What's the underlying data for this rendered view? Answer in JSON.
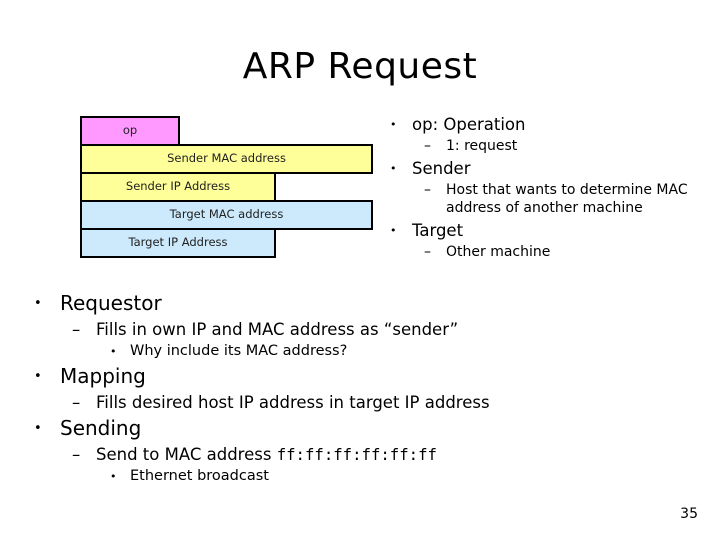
{
  "slide": {
    "title": "ARP Request",
    "page_number": "35"
  },
  "packet_diagram": {
    "fields": [
      {
        "label": "op",
        "color": "#ff99ff",
        "width": "short"
      },
      {
        "label": "Sender MAC address",
        "color": "#ffff99",
        "width": "full"
      },
      {
        "label": "Sender IP Address",
        "color": "#ffff99",
        "width": "medium"
      },
      {
        "label": "Target MAC address",
        "color": "#cceafc",
        "width": "full"
      },
      {
        "label": "Target IP Address",
        "color": "#cceafc",
        "width": "medium"
      }
    ]
  },
  "right_bullets": [
    {
      "level": 1,
      "marker": "•",
      "text": "op: Operation"
    },
    {
      "level": 2,
      "marker": "–",
      "text": "1: request"
    },
    {
      "level": 1,
      "marker": "•",
      "text": "Sender"
    },
    {
      "level": 2,
      "marker": "–",
      "text": "Host that wants to determine MAC address of another machine"
    },
    {
      "level": 1,
      "marker": "•",
      "text": "Target"
    },
    {
      "level": 2,
      "marker": "–",
      "text": "Other machine"
    }
  ],
  "bottom_bullets": [
    {
      "level": 1,
      "marker": "•",
      "text": "Requestor"
    },
    {
      "level": 2,
      "marker": "–",
      "text": "Fills in own IP and MAC address as “sender”"
    },
    {
      "level": 3,
      "marker": "•",
      "text": "Why include its MAC address?"
    },
    {
      "level": 1,
      "marker": "•",
      "text": "Mapping"
    },
    {
      "level": 2,
      "marker": "–",
      "text": "Fills desired host IP address in target IP address"
    },
    {
      "level": 1,
      "marker": "•",
      "text": "Sending"
    },
    {
      "level": 2,
      "marker": "–",
      "text": "Send to MAC address ",
      "mono_suffix": "ff:ff:ff:ff:ff:ff"
    },
    {
      "level": 3,
      "marker": "•",
      "text": "Ethernet broadcast"
    }
  ]
}
